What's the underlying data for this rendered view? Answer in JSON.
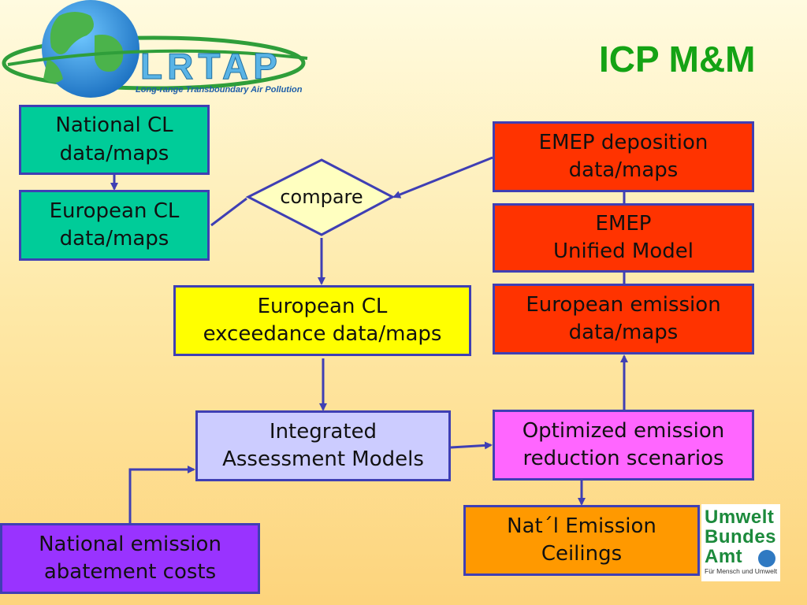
{
  "header": {
    "title": "ICP M&M",
    "logo_text": "LRTAP",
    "logo_subtitle": "Long-range Transboundary Air Pollution"
  },
  "boxes": {
    "national_cl": {
      "line1": "National CL",
      "line2": "data/maps"
    },
    "european_cl": {
      "line1": "European CL",
      "line2": "data/maps"
    },
    "compare": "compare",
    "exceedance": {
      "line1": "European CL",
      "line2": "exceedance data/maps"
    },
    "emep_deposition": {
      "line1": "EMEP deposition",
      "line2": "data/maps"
    },
    "emep_model": {
      "line1": "EMEP",
      "line2": "Unified Model"
    },
    "european_emission": {
      "line1": "European emission",
      "line2": "data/maps"
    },
    "integrated": {
      "line1": "Integrated",
      "line2": "Assessment Models"
    },
    "optimized": {
      "line1": "Optimized emission",
      "line2": "reduction scenarios"
    },
    "national_abatement": {
      "line1": "National emission",
      "line2": "abatement costs"
    },
    "ceilings": {
      "line1": "Nat´l Emission",
      "line2": "Ceilings"
    }
  },
  "footer_logo": {
    "line1": "Umwelt",
    "line2": "Bundes",
    "line3": "Amt",
    "tagline": "Für Mensch und Umwelt"
  },
  "colors": {
    "cl_boxes": "#00cc99",
    "emep_boxes": "#ff3300",
    "exceedance": "#ffff00",
    "integrated": "#ccccff",
    "optimized": "#ff66ff",
    "abatement": "#9933ff",
    "ceilings": "#ff9900",
    "arrow": "#3f3fb4",
    "title": "#14a314"
  }
}
